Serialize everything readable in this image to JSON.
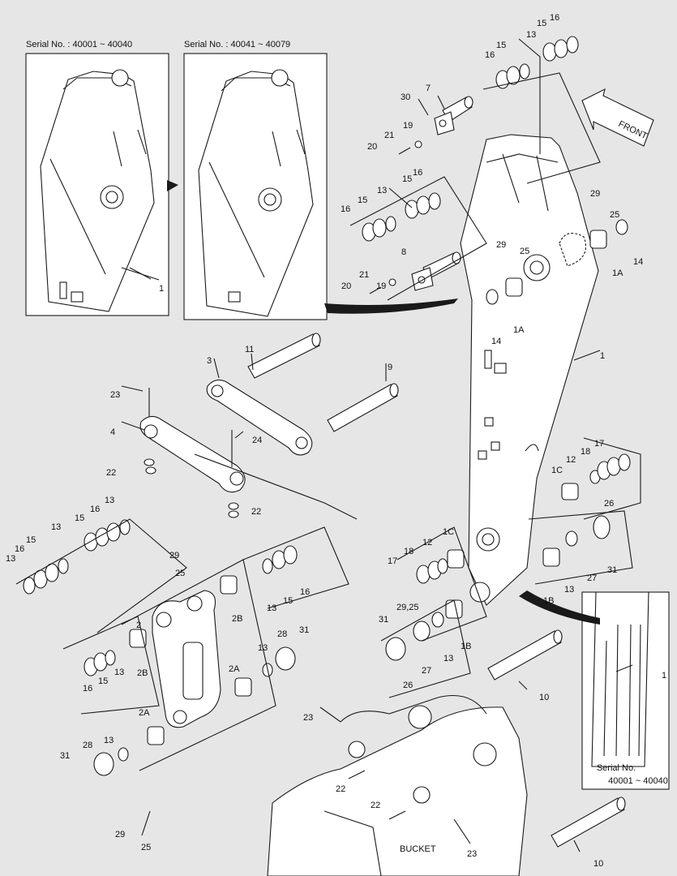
{
  "panels": {
    "serial_a": "Serial No. : 40001 ~ 40040",
    "serial_b": "Serial No. : 40041 ~ 40079",
    "serial_c_line1": "Serial No.",
    "serial_c_line2": "40001 ~ 40040"
  },
  "front_label": "FRONT",
  "bucket_label": "BUCKET",
  "callouts": [
    {
      "id": "c-16a",
      "t": "16"
    },
    {
      "id": "c-15a",
      "t": "15"
    },
    {
      "id": "c-13a",
      "t": "13"
    },
    {
      "id": "c-16b",
      "t": "16"
    },
    {
      "id": "c-15b",
      "t": "15"
    },
    {
      "id": "c-30",
      "t": "30"
    },
    {
      "id": "c-7",
      "t": "7"
    },
    {
      "id": "c-19a",
      "t": "19"
    },
    {
      "id": "c-21a",
      "t": "21"
    },
    {
      "id": "c-20a",
      "t": "20"
    },
    {
      "id": "c-13b",
      "t": "13"
    },
    {
      "id": "c-16c",
      "t": "16"
    },
    {
      "id": "c-15c",
      "t": "15"
    },
    {
      "id": "c-16d",
      "t": "16"
    },
    {
      "id": "c-15d",
      "t": "15"
    },
    {
      "id": "c-29a",
      "t": "29"
    },
    {
      "id": "c-25a",
      "t": "25"
    },
    {
      "id": "c-14a",
      "t": "14"
    },
    {
      "id": "c-1Aa",
      "t": "1A"
    },
    {
      "id": "c-29b",
      "t": "29"
    },
    {
      "id": "c-25b",
      "t": "25"
    },
    {
      "id": "c-8",
      "t": "8"
    },
    {
      "id": "c-21b",
      "t": "21"
    },
    {
      "id": "c-19b",
      "t": "19"
    },
    {
      "id": "c-20b",
      "t": "20"
    },
    {
      "id": "c-14b",
      "t": "14"
    },
    {
      "id": "c-1Ab",
      "t": "1A"
    },
    {
      "id": "c-1a",
      "t": "1"
    },
    {
      "id": "c-1b",
      "t": "1"
    },
    {
      "id": "c-11",
      "t": "11"
    },
    {
      "id": "c-3",
      "t": "3"
    },
    {
      "id": "c-9",
      "t": "9"
    },
    {
      "id": "c-23a",
      "t": "23"
    },
    {
      "id": "c-4",
      "t": "4"
    },
    {
      "id": "c-24",
      "t": "24"
    },
    {
      "id": "c-22a",
      "t": "22"
    },
    {
      "id": "c-22b",
      "t": "22"
    },
    {
      "id": "c-17a",
      "t": "17"
    },
    {
      "id": "c-18a",
      "t": "18"
    },
    {
      "id": "c-12a",
      "t": "12"
    },
    {
      "id": "c-1Ca",
      "t": "1C"
    },
    {
      "id": "c-26a",
      "t": "26"
    },
    {
      "id": "c-31a",
      "t": "31"
    },
    {
      "id": "c-27a",
      "t": "27"
    },
    {
      "id": "c-13c",
      "t": "13"
    },
    {
      "id": "c-1Ba",
      "t": "1B"
    },
    {
      "id": "c-13d",
      "t": "13"
    },
    {
      "id": "c-16e",
      "t": "16"
    },
    {
      "id": "c-15e",
      "t": "15"
    },
    {
      "id": "c-13e",
      "t": "13"
    },
    {
      "id": "c-15f",
      "t": "15"
    },
    {
      "id": "c-16f",
      "t": "16"
    },
    {
      "id": "c-13f",
      "t": "13"
    },
    {
      "id": "c-17b",
      "t": "17"
    },
    {
      "id": "c-18b",
      "t": "18"
    },
    {
      "id": "c-12b",
      "t": "12"
    },
    {
      "id": "c-1Cb",
      "t": "1C"
    },
    {
      "id": "c-2925",
      "t": "29,25"
    },
    {
      "id": "c-29c",
      "t": "29"
    },
    {
      "id": "c-25c",
      "t": "25"
    },
    {
      "id": "c-13g",
      "t": "13"
    },
    {
      "id": "c-15g",
      "t": "15"
    },
    {
      "id": "c-16g",
      "t": "16"
    },
    {
      "id": "c-2",
      "t": "2"
    },
    {
      "id": "c-2Ba",
      "t": "2B"
    },
    {
      "id": "c-2Bb",
      "t": "2B"
    },
    {
      "id": "c-31b",
      "t": "31"
    },
    {
      "id": "c-26b",
      "t": "26"
    },
    {
      "id": "c-27b",
      "t": "27"
    },
    {
      "id": "c-13h",
      "t": "13"
    },
    {
      "id": "c-1Bb",
      "t": "1B"
    },
    {
      "id": "c-28a",
      "t": "28"
    },
    {
      "id": "c-31c",
      "t": "31"
    },
    {
      "id": "c-13i",
      "t": "13"
    },
    {
      "id": "c-16h",
      "t": "16"
    },
    {
      "id": "c-15h",
      "t": "15"
    },
    {
      "id": "c-13j",
      "t": "13"
    },
    {
      "id": "c-2Aa",
      "t": "2A"
    },
    {
      "id": "c-2Ab",
      "t": "2A"
    },
    {
      "id": "c-10a",
      "t": "10"
    },
    {
      "id": "c-1c",
      "t": "1"
    },
    {
      "id": "c-23b",
      "t": "23"
    },
    {
      "id": "c-28b",
      "t": "28"
    },
    {
      "id": "c-13k",
      "t": "13"
    },
    {
      "id": "c-31d",
      "t": "31"
    },
    {
      "id": "c-22c",
      "t": "22"
    },
    {
      "id": "c-22d",
      "t": "22"
    },
    {
      "id": "c-29d",
      "t": "29"
    },
    {
      "id": "c-25d",
      "t": "25"
    },
    {
      "id": "c-23c",
      "t": "23"
    },
    {
      "id": "c-10b",
      "t": "10"
    }
  ]
}
